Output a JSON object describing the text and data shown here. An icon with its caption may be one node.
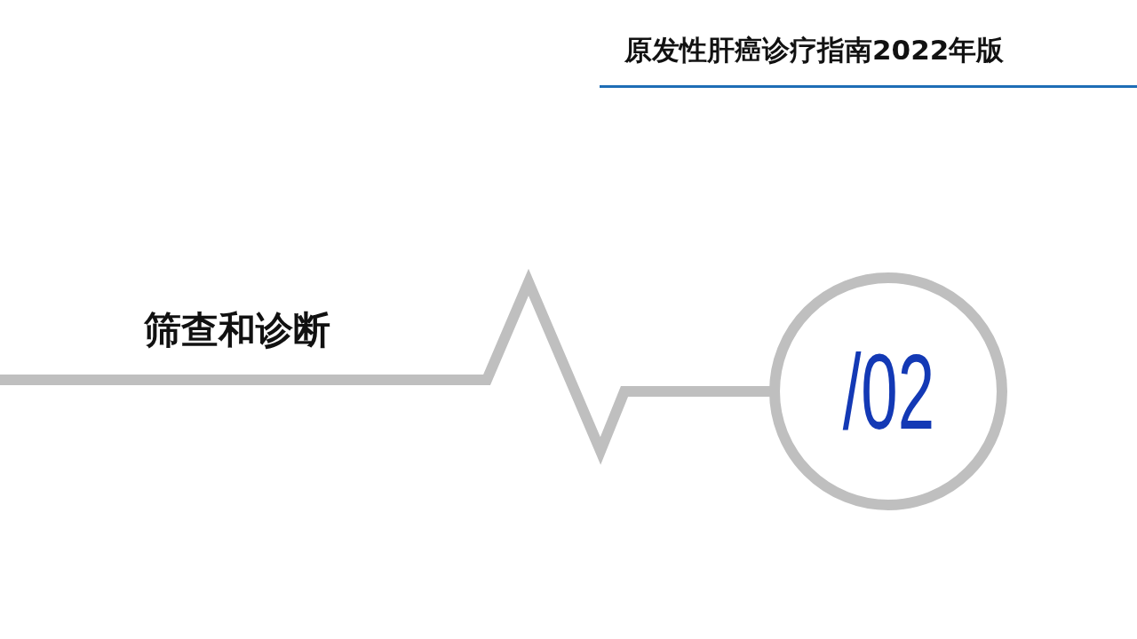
{
  "diagram": {
    "title": "原发性肝癌诊疗指南2022年版",
    "nodes": [
      {
        "text": [
          "/02"
        ]
      }
    ],
    "labels": [
      "筛查和诊断"
    ]
  }
}
